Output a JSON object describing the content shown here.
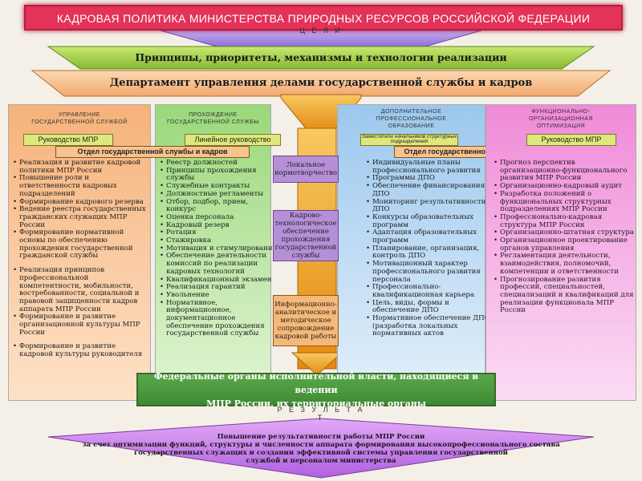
{
  "title": "КАДРОВАЯ ПОЛИТИКА МИНИСТЕРСТВА ПРИРОДНЫХ РЕСУРСОВ РОССИЙСКОЙ ФЕДЕРАЦИИ",
  "goals_label": "Ц Е Л И",
  "principles": "Принципы, приоритеты, механизмы и технологии реализации",
  "department": "Департамент управления делами государственной службы и кадров",
  "columns": [
    {
      "header": [
        "УПРАВЛЕНИЕ",
        "ГОСУДАРСТВЕННОЙ СЛУЖБОЙ"
      ],
      "role": "Руководство МПР",
      "items": [
        "Реализация и развитие кадровой политики МПР России",
        "Повышение роли и ответственности кадровых подразделений",
        "Формирование кадрового резерва",
        "Ведение реестра государственных гражданских служащих МПР России",
        "Формирование нормативной основы по обеспечению прохождения государственной гражданской службы",
        "Реализация принципов профессиональной компетентности, мобильности, востребованности, социальной и правовой защищенности кадров аппарата МПР России",
        "Формирование и развитие организационной культуры МПР России",
        "Формирование и развитие кадровой культуры руководителя"
      ]
    },
    {
      "header": [
        "ПРОХОЖДЕНИЕ",
        "ГОСУДАРСТВЕННОЙ СЛУЖБЫ"
      ],
      "role": "Линейное руководство",
      "items": [
        "Реестр должностей",
        "Принципы прохождения службы",
        "Служебные контракты",
        "Должностные регламенты",
        "Отбор, подбор, прием, конкурс",
        "Оценка персонала",
        "Кадровый резерв",
        "Ротация",
        "Стажировка",
        "Мотивация и стимулирование",
        "Обеспечение деятельности комиссий по реализации кадровых технологий",
        "Квалификационный экзамен",
        "Реализация гарантий",
        "Увольнение",
        "Нормативное, информационное, документационное обеспечение прохождения государственной службы"
      ]
    },
    {
      "header": [
        "ДОПОЛНИТЕЛЬНОЕ",
        "ПРОФЕССИОНАЛЬНОЕ",
        "ОБРАЗОВАНИЕ"
      ],
      "role": "Заместители начальников структурных подразделений",
      "items": [
        "Индивидуальные планы профессионального развития",
        "Программы ДПО",
        "Обеспечение финансирования ДПО",
        "Мониторинг результативности ДПО",
        "Конкурсы образовательных программ",
        "Адаптация образовательных программ",
        "Планирование, организация, контроль ДПО",
        "Мотивационный характер профессионального развития персонала",
        "Профессионально-квалификационная карьера",
        "Цель, виды, формы и обеспечение ДПО",
        "Нормативное обеспечение ДПО (разработка локальных нормативных актов"
      ]
    },
    {
      "header": [
        "ФУНКЦИОНАЛЬНО-",
        "ОРГАНИЗАЦИОННАЯ",
        "ОПТИМИЗАЦИЯ"
      ],
      "role": "Руководство МПР",
      "items": [
        "Прогноз перспектив организационно-функционального развития МПР России",
        "Организационно-кадровый аудит",
        "Разработка положений о функциональных структурных подразделениях МПР России",
        "Профессионально-кадровая структура МПР России",
        "Организационно-штатная структура",
        "Организационное проектирование органов управления",
        "Регламентация деятельности, взаимодействия, полномочий, компетенции и ответственности",
        "Прогнозирование развития профессий, специальностей, специализаций и квалификаций для реализации функционала МПР России"
      ]
    }
  ],
  "otdel_label": "Отдел государственной службы и кадров",
  "middle_boxes": [
    "Локальное нормотворчество",
    "Кадрово-технологическое обеспечение прохождения государственной службы",
    "Информационно-аналитическое и методическое сопровождение кадровой работы"
  ],
  "federal": [
    "Федеральные органы исполнительной власти, находящиеся в ведении",
    "МПР России, их территориальные органы"
  ],
  "result_label": "Р Е З У Л Ь Т А Т",
  "result_text": [
    "Повышение результативности работы МПР России",
    "за счет оптимизации функций, структуры и численности аппарата формирования высокопрофессионального состава",
    "государственных служащих и создании эффективной системы управления государственной",
    "службой и персоналом министерства"
  ],
  "colors": {
    "title_bg": "#e33358",
    "goals_band": "#b090e0",
    "principles_band": "#a8d04a",
    "department_band": "#f7c48e",
    "arrow": "#f2a020",
    "federal_bg": "#4a9a40",
    "result_band": "#c070e8"
  }
}
